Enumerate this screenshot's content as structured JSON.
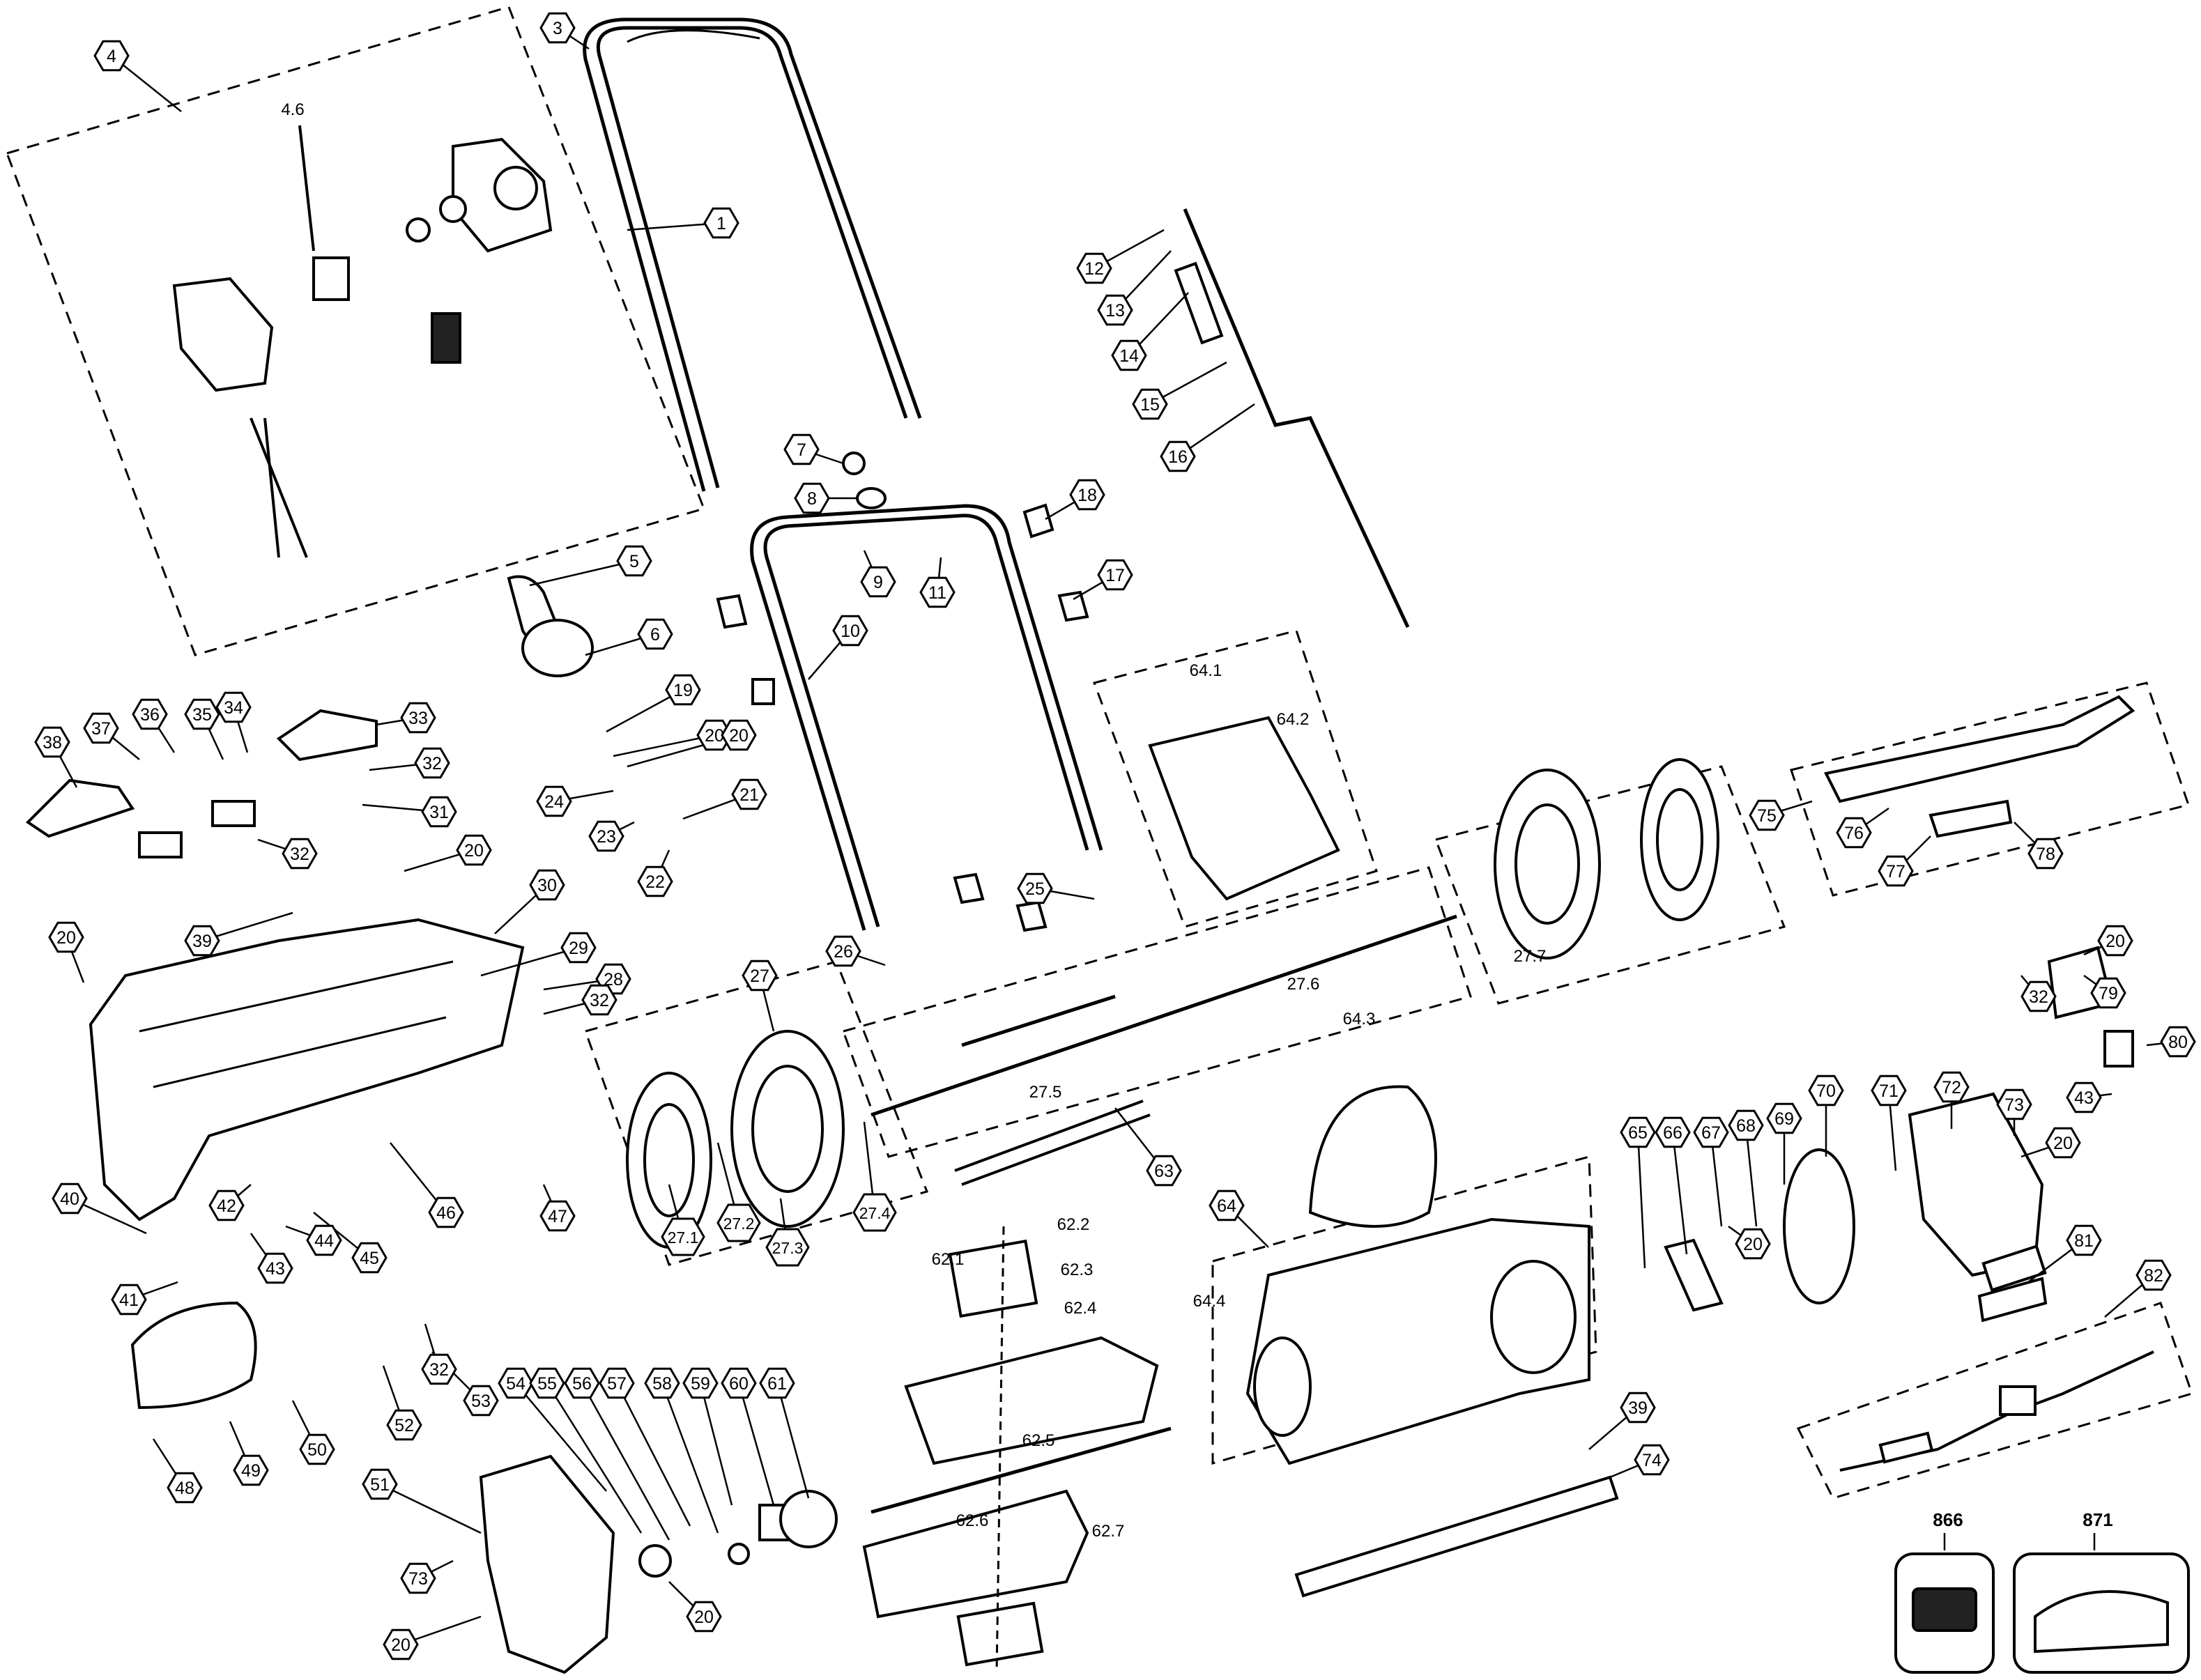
{
  "diagram": {
    "background": "#ffffff",
    "line_color": "#000000",
    "callouts": [
      {
        "id": "c1",
        "text": "1"
      },
      {
        "id": "c3",
        "text": "3"
      },
      {
        "id": "c4",
        "text": "4"
      },
      {
        "id": "c5",
        "text": "5"
      },
      {
        "id": "c6",
        "text": "6"
      },
      {
        "id": "c7",
        "text": "7"
      },
      {
        "id": "c8",
        "text": "8"
      },
      {
        "id": "c9",
        "text": "9"
      },
      {
        "id": "c10",
        "text": "10"
      },
      {
        "id": "c11",
        "text": "11"
      },
      {
        "id": "c12",
        "text": "12"
      },
      {
        "id": "c13",
        "text": "13"
      },
      {
        "id": "c14",
        "text": "14"
      },
      {
        "id": "c15",
        "text": "15"
      },
      {
        "id": "c16",
        "text": "16"
      },
      {
        "id": "c17",
        "text": "17"
      },
      {
        "id": "c18",
        "text": "18"
      },
      {
        "id": "c19",
        "text": "19"
      },
      {
        "id": "c20a",
        "text": "20"
      },
      {
        "id": "c21",
        "text": "21"
      },
      {
        "id": "c22",
        "text": "22"
      },
      {
        "id": "c23",
        "text": "23"
      },
      {
        "id": "c24",
        "text": "24"
      },
      {
        "id": "c25",
        "text": "25"
      },
      {
        "id": "c26",
        "text": "26"
      },
      {
        "id": "c27",
        "text": "27"
      },
      {
        "id": "c27_1",
        "text": "27.1"
      },
      {
        "id": "c27_2",
        "text": "27.2"
      },
      {
        "id": "c27_3",
        "text": "27.3"
      },
      {
        "id": "c27_4",
        "text": "27.4"
      },
      {
        "id": "c28",
        "text": "28"
      },
      {
        "id": "c29",
        "text": "29"
      },
      {
        "id": "c30",
        "text": "30"
      },
      {
        "id": "c31",
        "text": "31"
      },
      {
        "id": "c32a",
        "text": "32"
      },
      {
        "id": "c32b",
        "text": "32"
      },
      {
        "id": "c32c",
        "text": "32"
      },
      {
        "id": "c32d",
        "text": "32"
      },
      {
        "id": "c32e",
        "text": "32"
      },
      {
        "id": "c33",
        "text": "33"
      },
      {
        "id": "c34",
        "text": "34"
      },
      {
        "id": "c35",
        "text": "35"
      },
      {
        "id": "c36",
        "text": "36"
      },
      {
        "id": "c37",
        "text": "37"
      },
      {
        "id": "c38",
        "text": "38"
      },
      {
        "id": "c39a",
        "text": "39"
      },
      {
        "id": "c39b",
        "text": "39"
      },
      {
        "id": "c40",
        "text": "40"
      },
      {
        "id": "c41",
        "text": "41"
      },
      {
        "id": "c42",
        "text": "42"
      },
      {
        "id": "c43a",
        "text": "43"
      },
      {
        "id": "c43b",
        "text": "43"
      },
      {
        "id": "c44",
        "text": "44"
      },
      {
        "id": "c45",
        "text": "45"
      },
      {
        "id": "c46",
        "text": "46"
      },
      {
        "id": "c47",
        "text": "47"
      },
      {
        "id": "c48",
        "text": "48"
      },
      {
        "id": "c49",
        "text": "49"
      },
      {
        "id": "c50",
        "text": "50"
      },
      {
        "id": "c51",
        "text": "51"
      },
      {
        "id": "c52",
        "text": "52"
      },
      {
        "id": "c53",
        "text": "53"
      },
      {
        "id": "c54",
        "text": "54"
      },
      {
        "id": "c55",
        "text": "55"
      },
      {
        "id": "c56",
        "text": "56"
      },
      {
        "id": "c57",
        "text": "57"
      },
      {
        "id": "c58",
        "text": "58"
      },
      {
        "id": "c59",
        "text": "59"
      },
      {
        "id": "c60",
        "text": "60"
      },
      {
        "id": "c61",
        "text": "61"
      },
      {
        "id": "c63",
        "text": "63"
      },
      {
        "id": "c64",
        "text": "64"
      },
      {
        "id": "c65",
        "text": "65"
      },
      {
        "id": "c66",
        "text": "66"
      },
      {
        "id": "c67",
        "text": "67"
      },
      {
        "id": "c68",
        "text": "68"
      },
      {
        "id": "c69",
        "text": "69"
      },
      {
        "id": "c70",
        "text": "70"
      },
      {
        "id": "c71",
        "text": "71"
      },
      {
        "id": "c72",
        "text": "72"
      },
      {
        "id": "c73a",
        "text": "73"
      },
      {
        "id": "c73b",
        "text": "73"
      },
      {
        "id": "c74",
        "text": "74"
      },
      {
        "id": "c75",
        "text": "75"
      },
      {
        "id": "c76",
        "text": "76"
      },
      {
        "id": "c77",
        "text": "77"
      },
      {
        "id": "c78",
        "text": "78"
      },
      {
        "id": "c79",
        "text": "79"
      },
      {
        "id": "c80",
        "text": "80"
      },
      {
        "id": "c81",
        "text": "81"
      },
      {
        "id": "c82",
        "text": "82"
      },
      {
        "id": "c20b",
        "text": "20"
      },
      {
        "id": "c20c",
        "text": "20"
      },
      {
        "id": "c20d",
        "text": "20"
      },
      {
        "id": "c20e",
        "text": "20"
      },
      {
        "id": "c20f",
        "text": "20"
      },
      {
        "id": "c20g",
        "text": "20"
      },
      {
        "id": "c20h",
        "text": "20"
      },
      {
        "id": "c20i",
        "text": "20"
      }
    ],
    "plain_labels": [
      {
        "id": "p4_6",
        "text": "4.6"
      },
      {
        "id": "p64_1",
        "text": "64.1"
      },
      {
        "id": "p64_2",
        "text": "64.2"
      },
      {
        "id": "p64_3",
        "text": "64.3"
      },
      {
        "id": "p64_4",
        "text": "64.4"
      },
      {
        "id": "p27_5",
        "text": "27.5"
      },
      {
        "id": "p27_6",
        "text": "27.6"
      },
      {
        "id": "p27_7",
        "text": "27.7"
      },
      {
        "id": "p62_1",
        "text": "62.1"
      },
      {
        "id": "p62_2",
        "text": "62.2"
      },
      {
        "id": "p62_3",
        "text": "62.3"
      },
      {
        "id": "p62_4",
        "text": "62.4"
      },
      {
        "id": "p62_5",
        "text": "62.5"
      },
      {
        "id": "p62_6",
        "text": "62.6"
      },
      {
        "id": "p62_7",
        "text": "62.7"
      }
    ],
    "accessories": [
      {
        "id": "acc866",
        "text": "866"
      },
      {
        "id": "acc871",
        "text": "871"
      }
    ]
  }
}
